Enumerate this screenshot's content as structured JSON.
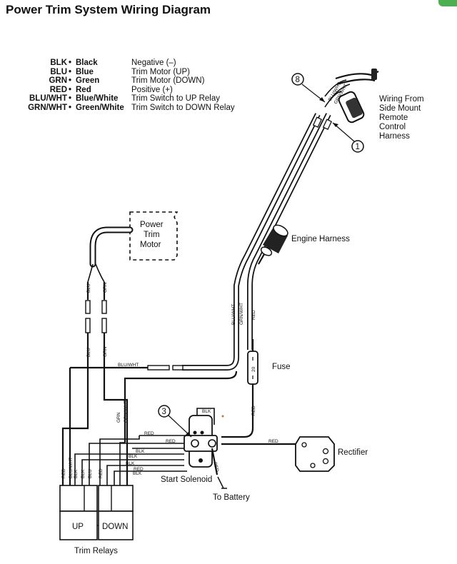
{
  "title": "Power Trim System Wiring Diagram",
  "legend": [
    {
      "abbr": "BLK",
      "name": "Black",
      "desc": "Negative (–)"
    },
    {
      "abbr": "BLU",
      "name": "Blue",
      "desc": "Trim Motor (UP)"
    },
    {
      "abbr": "GRN",
      "name": "Green",
      "desc": "Trim Motor (DOWN)"
    },
    {
      "abbr": "RED",
      "name": "Red",
      "desc": "Positive (+)"
    },
    {
      "abbr": "BLU/WHT",
      "name": "Blue/White",
      "desc": "Trim Switch to UP Relay"
    },
    {
      "abbr": "GRN/WHT",
      "name": "Green/White",
      "desc": "Trim Switch to DOWN Relay"
    }
  ],
  "labels": {
    "power_trim_motor": [
      "Power",
      "Trim",
      "Motor"
    ],
    "engine_harness": "Engine Harness",
    "wiring_from": [
      "Wiring From",
      "Side Mount",
      "Remote",
      "Control",
      "Harness"
    ],
    "fuse": "Fuse",
    "fuse_rating": "20",
    "rectifier": "Rectifier",
    "start_solenoid": "Start Solenoid",
    "to_battery": "To Battery",
    "trim_relays": "Trim Relays",
    "up": "UP",
    "down": "DOWN",
    "callout_8": "8",
    "callout_1": "1",
    "callout_3": "3"
  },
  "wire_labels": {
    "blu": "BLU",
    "grn": "GRN",
    "blu_wht": "BLU/WHT",
    "grn_wht": "GRN/WHT",
    "red": "RED",
    "blk": "BLK"
  }
}
